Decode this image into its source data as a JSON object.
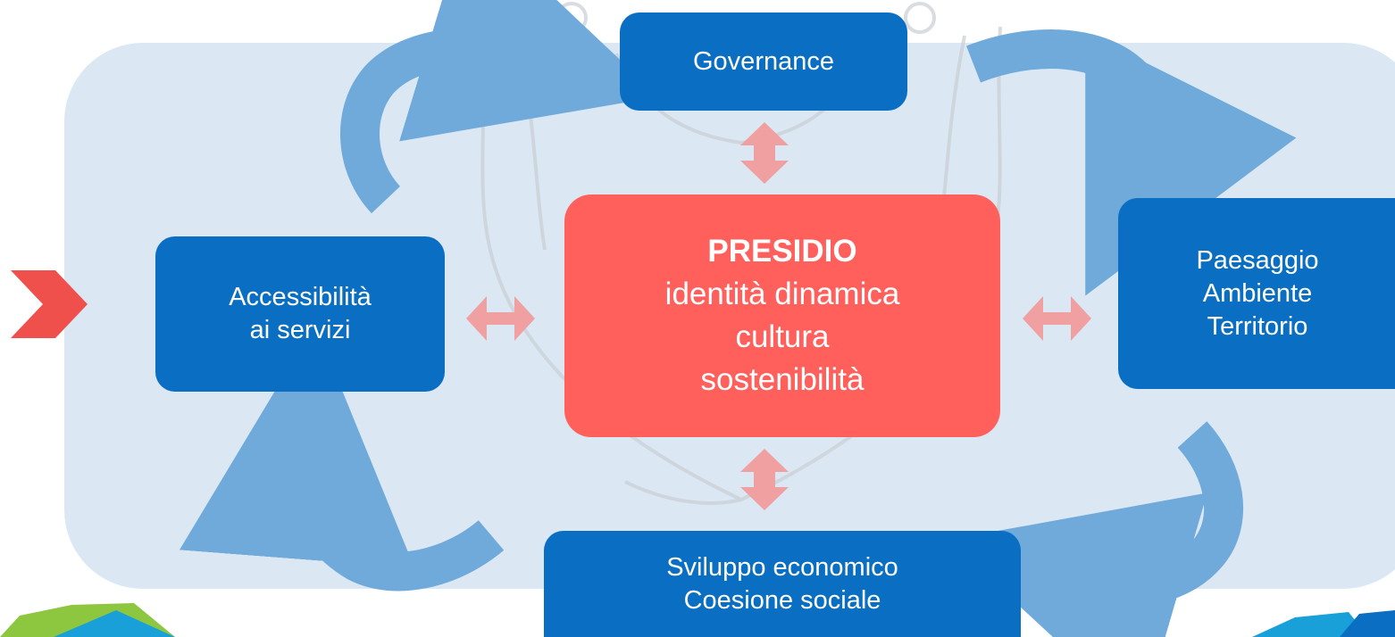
{
  "colors": {
    "panel": "#dbe8f4",
    "node": "#0a6fc2",
    "center": "#ff605c",
    "cycle_arrow": "#6faadb",
    "link_arrow": "#f0a0a0",
    "entry_chevron": "#f0504c",
    "watermark": "#c9ced4"
  },
  "icons": {
    "entry": "chevron-right-icon",
    "cycle": "curved-arrow-icon",
    "link": "double-arrow-icon"
  },
  "center": {
    "title": "PRESIDIO",
    "lines": [
      "identità dinamica",
      "cultura",
      "sostenibilità"
    ]
  },
  "nodes": {
    "governance": {
      "lines": [
        "Governance"
      ]
    },
    "paesaggio": {
      "lines": [
        "Paesaggio",
        "Ambiente",
        "Territorio"
      ]
    },
    "sviluppo": {
      "lines": [
        "Sviluppo economico",
        "Coesione sociale"
      ]
    },
    "accessibilita": {
      "lines": [
        "Accessibilità",
        "ai servizi"
      ]
    }
  }
}
